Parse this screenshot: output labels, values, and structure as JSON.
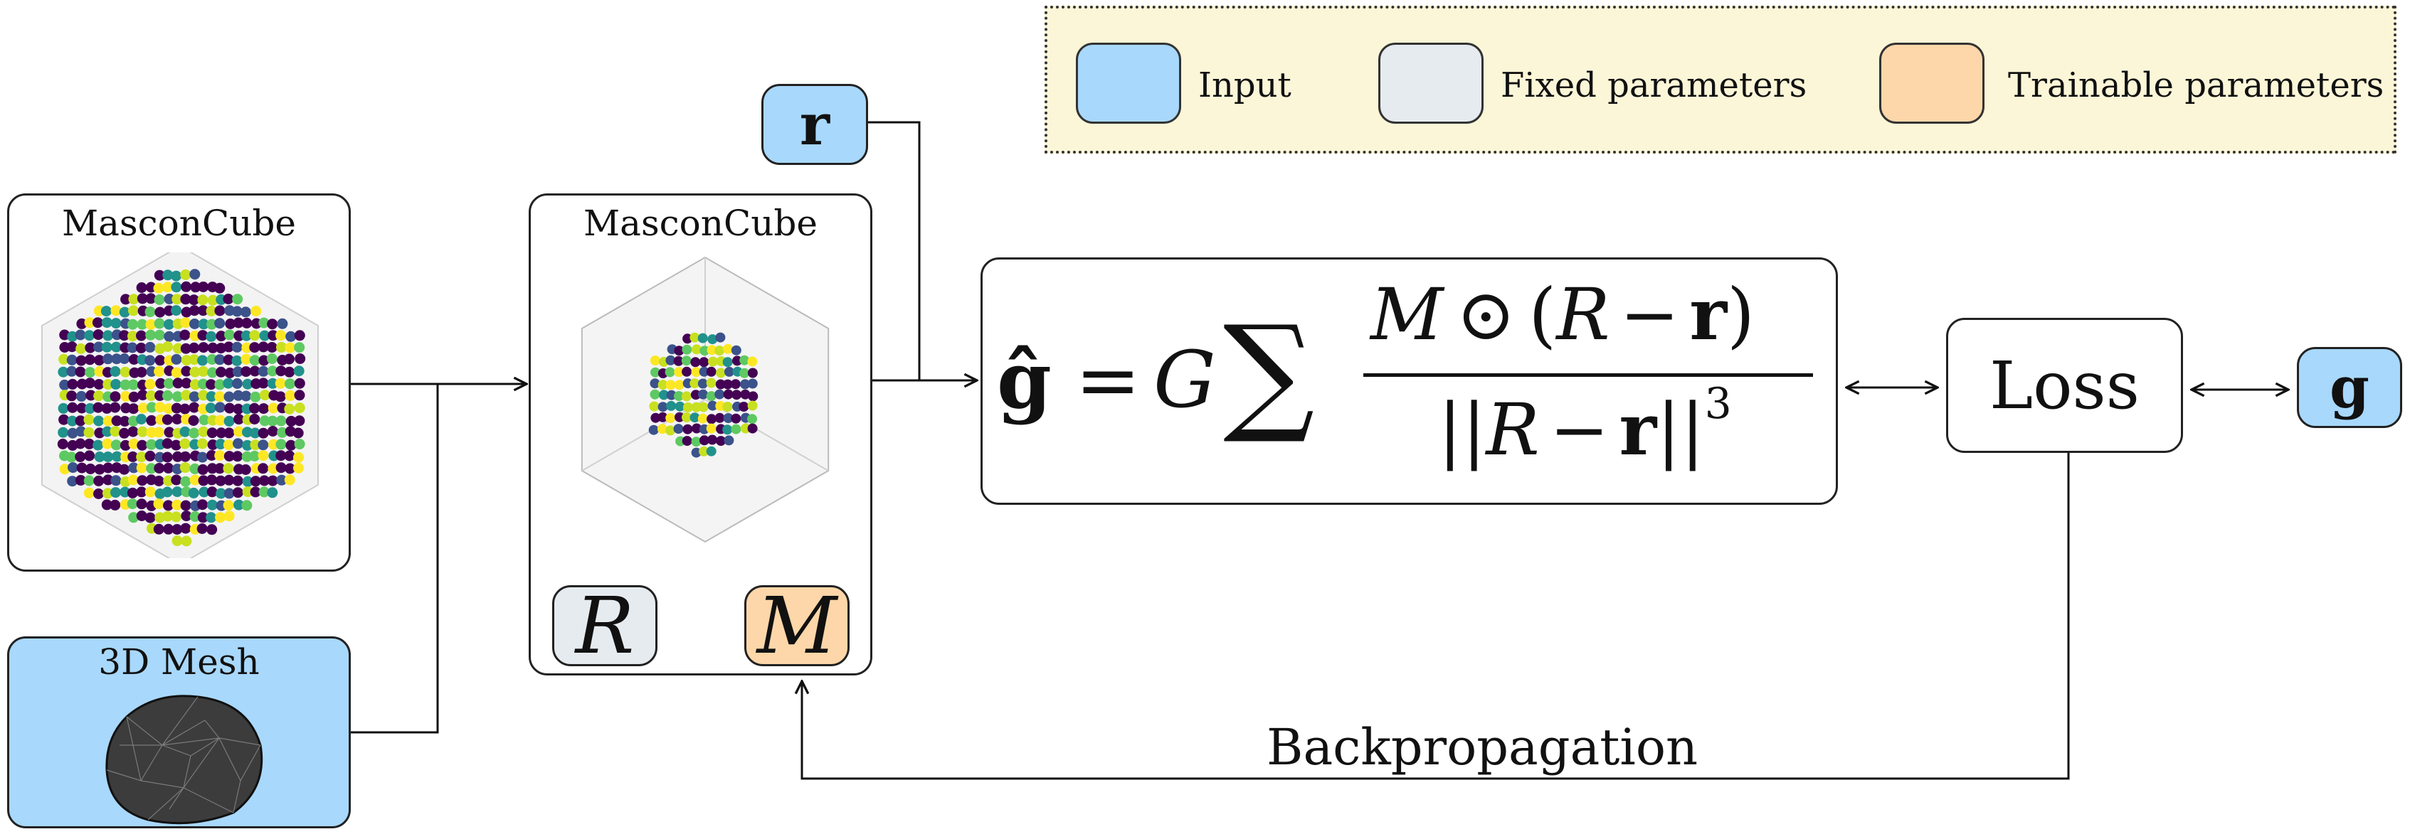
{
  "legend": {
    "input_label": "Input",
    "fixed_label": "Fixed parameters",
    "trainable_label": "Trainable parameters",
    "colors": {
      "input": "#a8d8fb",
      "fixed": "#e6ebef",
      "trainable": "#fdd7a9",
      "background": "#fcf6d8"
    }
  },
  "masconcube_left": {
    "title": "MasconCube"
  },
  "masconcube_mid": {
    "title": "MasconCube",
    "fixed_symbol": "R",
    "trainable_symbol": "M"
  },
  "mesh": {
    "title": "3D Mesh"
  },
  "position_input": {
    "symbol": "r"
  },
  "formula": {
    "lhs": "ĝ",
    "equals": "=",
    "constant": "G",
    "sum": "∑",
    "numerator_m": "M",
    "numerator_op": "⊙",
    "numerator_open": "(",
    "numerator_r_big": "R",
    "numerator_minus": "−",
    "numerator_r": "r",
    "numerator_close": ")",
    "denominator_bars_l": "||",
    "denominator_r_big": "R",
    "denominator_minus": "−",
    "denominator_r": "r",
    "denominator_bars_r": "||",
    "denominator_exp": "3"
  },
  "loss": {
    "label": "Loss"
  },
  "ground_truth": {
    "symbol": "g"
  },
  "backprop": {
    "label": "Backpropagation"
  }
}
